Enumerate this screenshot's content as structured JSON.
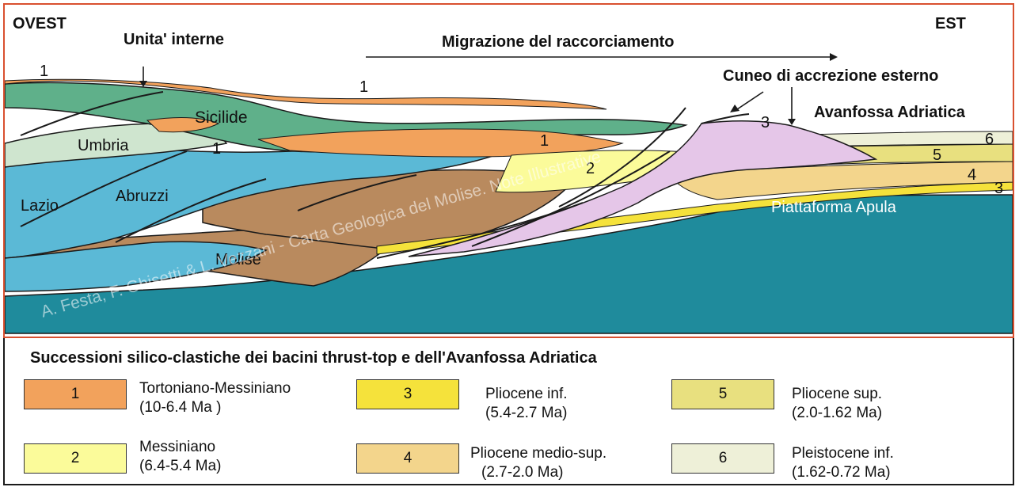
{
  "diagram": {
    "west_label": "OVEST",
    "east_label": "EST",
    "internal_units": "Unita' interne",
    "migration": "Migrazione del raccorciamento",
    "wedge": "Cuneo di accrezione esterno",
    "foredeep": "Avanfossa Adriatica",
    "units": {
      "sicilide": "Sicilide",
      "umbria": "Umbria",
      "lazio": "Lazio",
      "abruzzi": "Abruzzi",
      "molise": "Molise",
      "piattaforma": "Piattaforma Apula"
    },
    "numbers": {
      "n1": "1",
      "n2": "2",
      "n3": "3",
      "n4": "4",
      "n5": "5",
      "n6": "6"
    },
    "watermark": "A. Festa, F. Ghisetti & L. Vezzani - Carta Geologica del Molise. Note Illustrative"
  },
  "legend": {
    "title": "Successioni silico-clastiche dei bacini thrust-top e dell'Avanfossa Adriatica",
    "items": [
      {
        "num": "1",
        "name": "Tortoniano-Messiniano",
        "age": "(10-6.4 Ma )",
        "color": "#f2a25c"
      },
      {
        "num": "2",
        "name": "Messiniano",
        "age": "(6.4-5.4 Ma)",
        "color": "#fbfb9a"
      },
      {
        "num": "3",
        "name": "Pliocene inf.",
        "age": "(5.4-2.7 Ma)",
        "color": "#f5e23b"
      },
      {
        "num": "4",
        "name": "Pliocene medio-sup.",
        "age": "(2.7-2.0 Ma)",
        "color": "#f3d58c"
      },
      {
        "num": "5",
        "name": "Pliocene sup.",
        "age": "(2.0-1.62 Ma)",
        "color": "#e8e07f"
      },
      {
        "num": "6",
        "name": "Pleistocene inf.",
        "age": "(1.62-0.72 Ma)",
        "color": "#eef0d8"
      }
    ]
  }
}
